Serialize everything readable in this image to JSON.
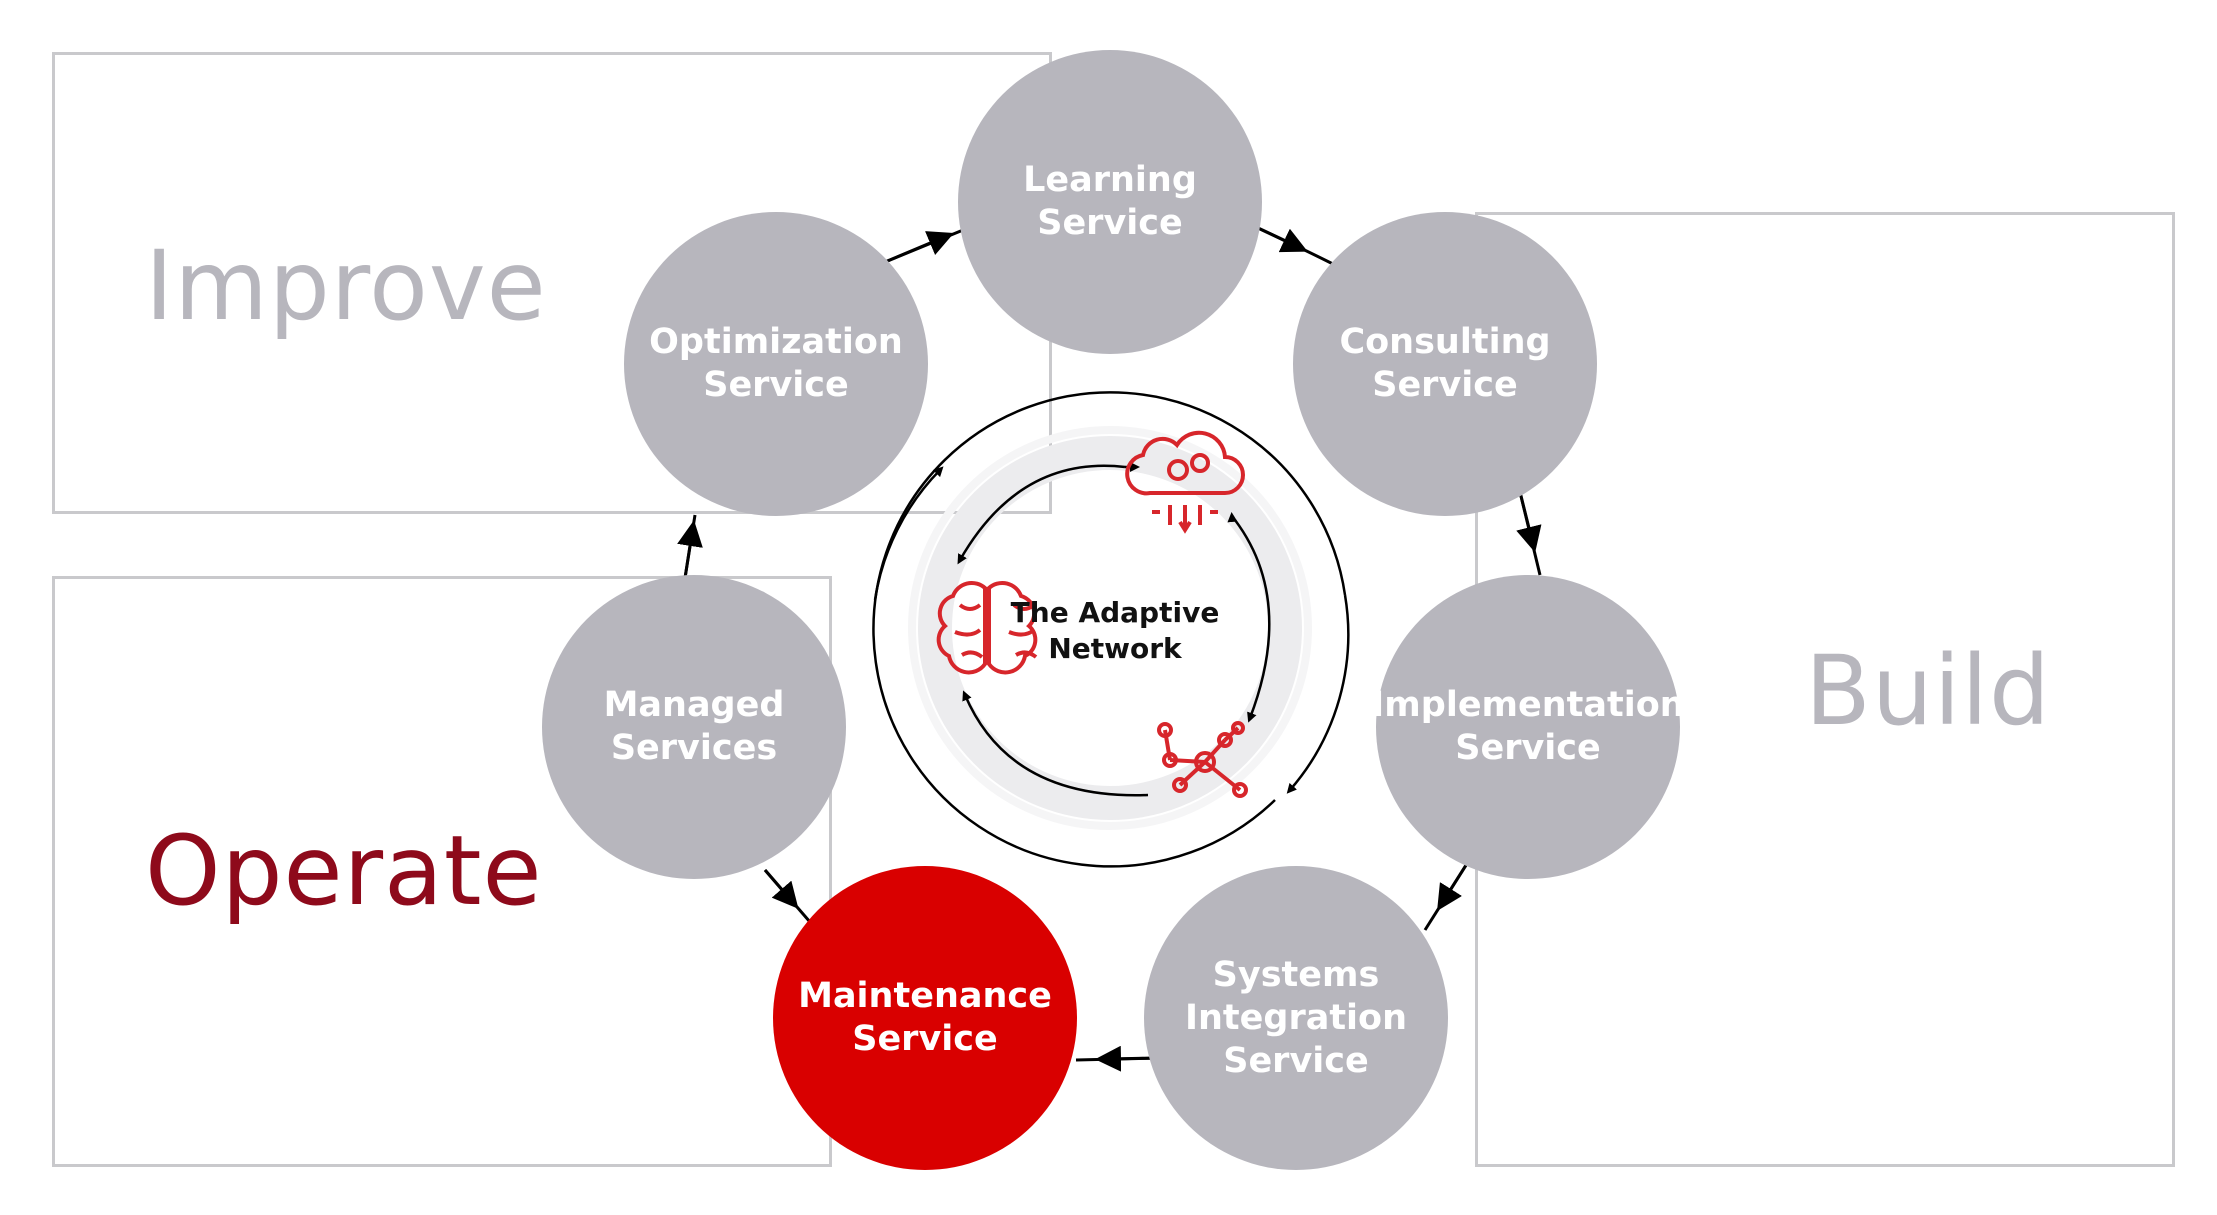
{
  "phases": {
    "improve": "Improve",
    "build": "Build",
    "operate": "Operate"
  },
  "nodes": {
    "learning": "Learning\nService",
    "consulting": "Consulting\nService",
    "implementation": "Implementation\nService",
    "systems_integration": "Systems\nIntegration\nService",
    "maintenance": "Maintenance\nService",
    "managed": "Managed\nServices",
    "optimization": "Optimization\nService"
  },
  "center": {
    "title": "The Adaptive\nNetwork",
    "icons": [
      "cloud-gears-icon",
      "network-nodes-icon",
      "brain-icon"
    ]
  },
  "colors": {
    "node_gray": "#b7b6bd",
    "node_highlight": "#d90000",
    "operate_text": "#8e0a1b",
    "icon_red": "#d7262b"
  }
}
